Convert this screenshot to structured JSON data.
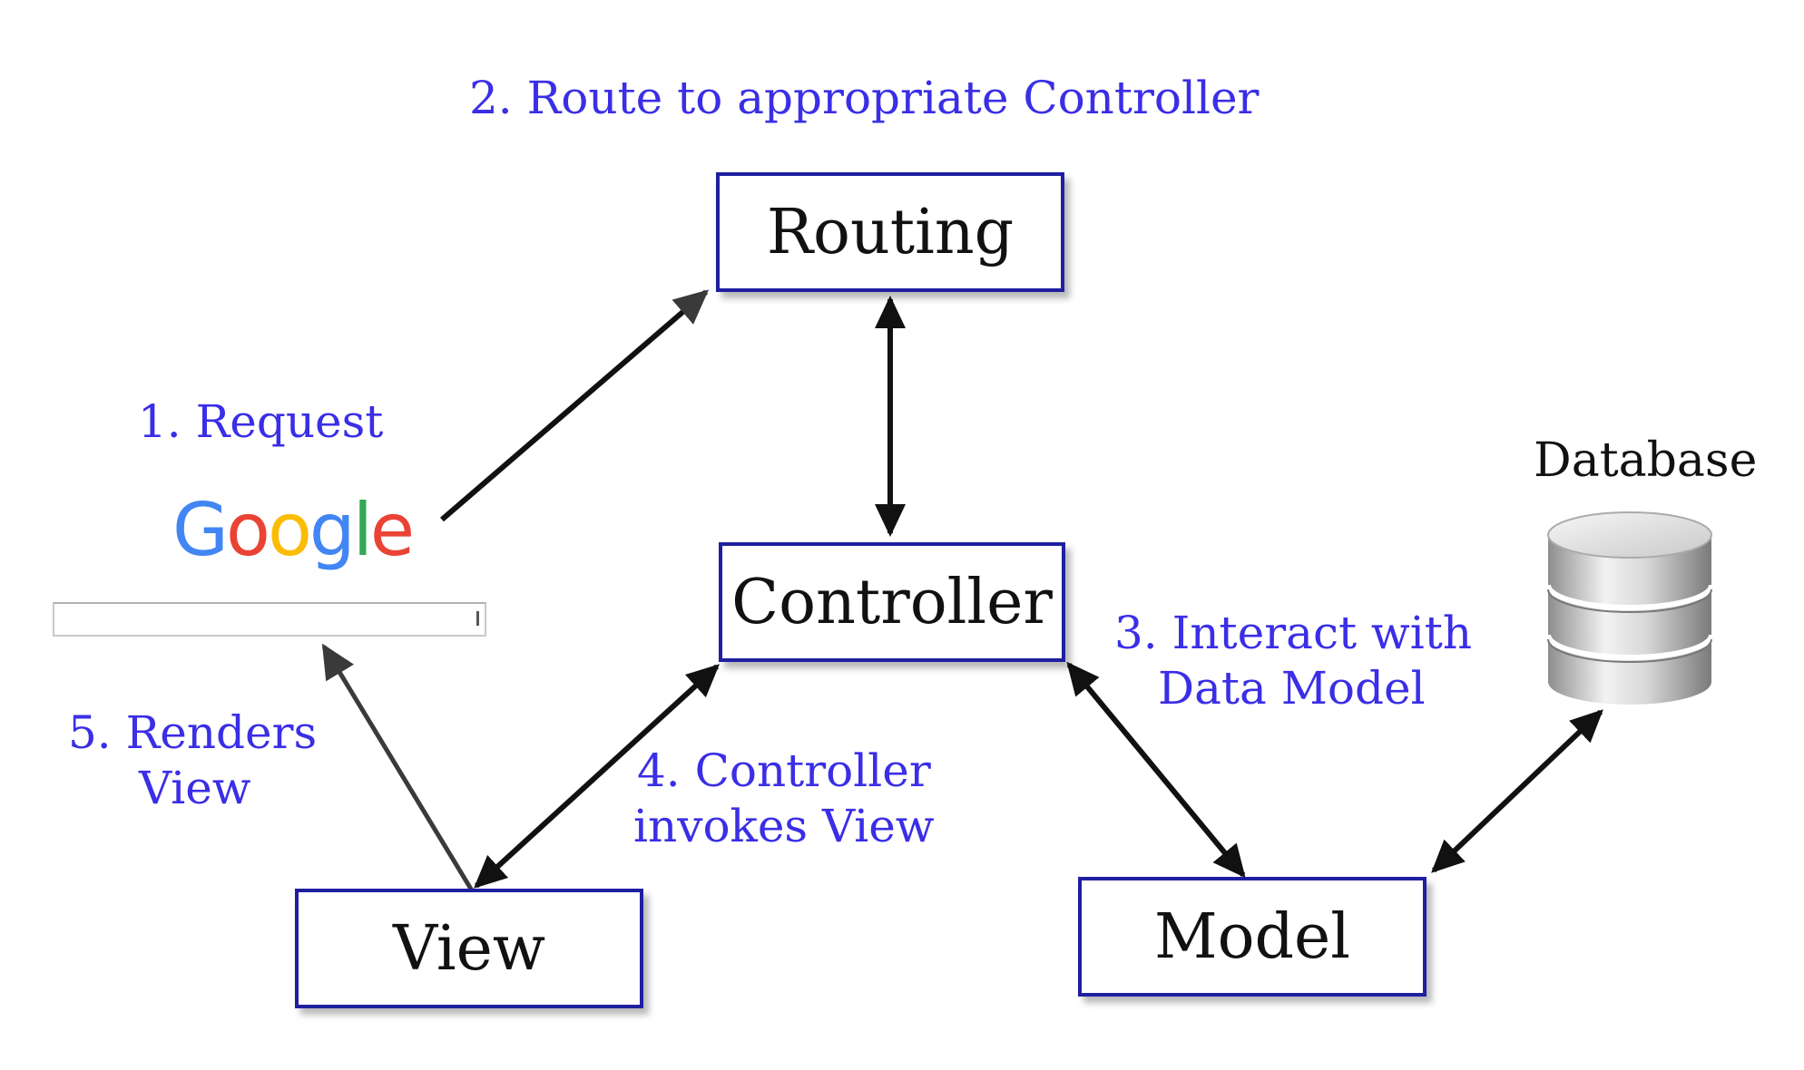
{
  "nodes": {
    "routing": "Routing",
    "controller": "Controller",
    "view": "View",
    "model": "Model"
  },
  "labels": {
    "request": "1. Request",
    "route": "2. Route to appropriate Controller",
    "interact_line1": "3. Interact with",
    "interact_line2": "Data Model",
    "invokes_line1": "4. Controller",
    "invokes_line2": "invokes View",
    "renders_line1": "5. Renders",
    "renders_line2": "View"
  },
  "database": {
    "label": "Database"
  },
  "browser": {
    "logo_letters": [
      "G",
      "o",
      "o",
      "g",
      "l",
      "e"
    ],
    "logo_colors": [
      "#4285f4",
      "#ea4335",
      "#fbbc05",
      "#4285f4",
      "#34a853",
      "#ea4335"
    ]
  },
  "colors": {
    "node_border": "#1f1fa0",
    "label_text": "#3a2ee6",
    "arrow": "#111111"
  }
}
